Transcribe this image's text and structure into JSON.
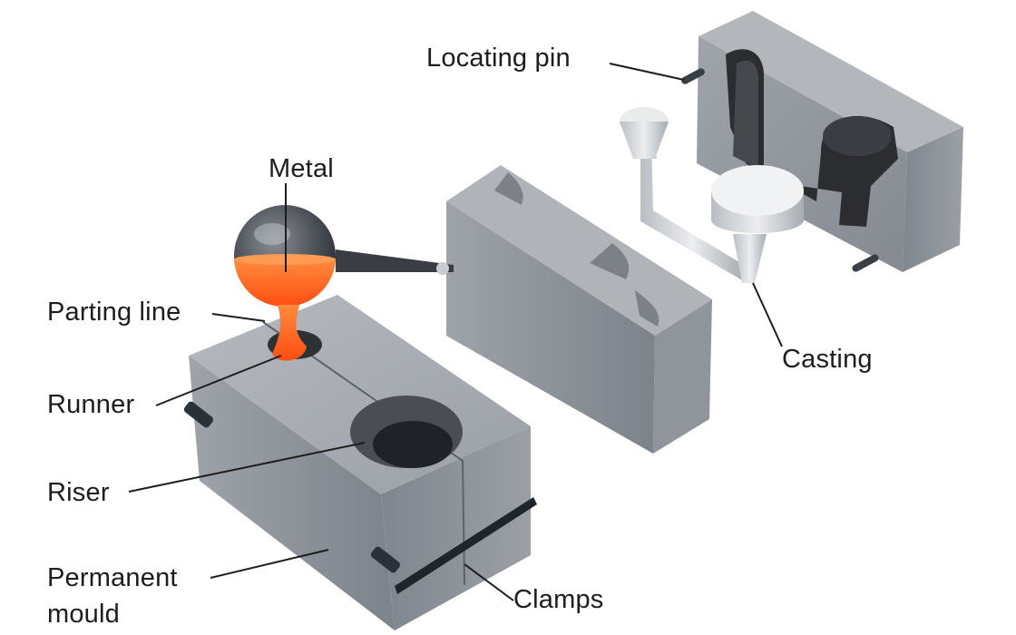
{
  "diagram": {
    "labels": {
      "metal": "Metal",
      "locating_pin": "Locating pin",
      "parting_line": "Parting line",
      "runner": "Runner",
      "riser": "Riser",
      "casting": "Casting",
      "permanent_mould_1": "Permanent",
      "permanent_mould_2": "mould",
      "clamps": "Clamps"
    },
    "colors": {
      "steel_light": "#a9adb3",
      "steel_mid": "#8d9299",
      "steel_dark": "#6d7279",
      "cavity": "#2a2c30",
      "molten_metal": "#ff6a1a",
      "casting_metal": "#d4d7db",
      "clamp": "#2b3138",
      "leader_line": "#1d1d1d"
    }
  }
}
